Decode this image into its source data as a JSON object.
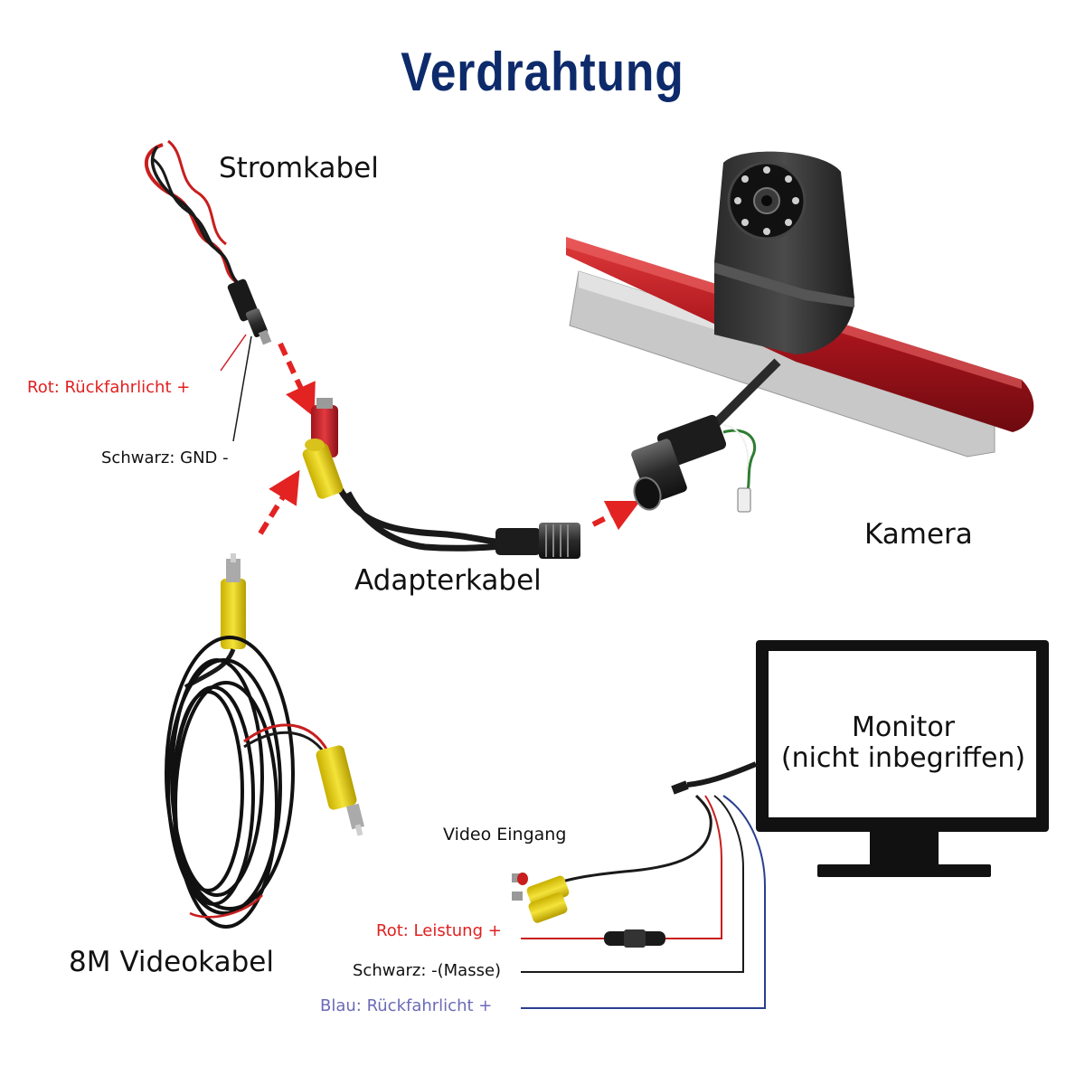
{
  "title": "Verdrahtung",
  "labels": {
    "power_cable": "Stromkabel",
    "red_reverse": "Rot: Rückfahrlicht +",
    "black_gnd": "Schwarz: GND -",
    "adapter_cable": "Adapterkabel",
    "camera": "Kamera",
    "video_cable": "8M Videokabel",
    "monitor_line1": "Monitor",
    "monitor_line2": "(nicht inbegriffen)",
    "video_input": "Video Eingang",
    "red_power": "Rot: Leistung +",
    "black_ground": "Schwarz:  -(Masse)",
    "blue_reverse": "Blau: Rückfahrlicht +"
  },
  "colors": {
    "title": "#0d2a6b",
    "red_label": "#e02020",
    "blue_label": "#6a6ab8",
    "arrow": "#e32222",
    "cable": "#1a1a1a",
    "rca_yellow": "#e8d21a",
    "rca_red": "#d11f2a",
    "brake_light": "#b01820"
  }
}
